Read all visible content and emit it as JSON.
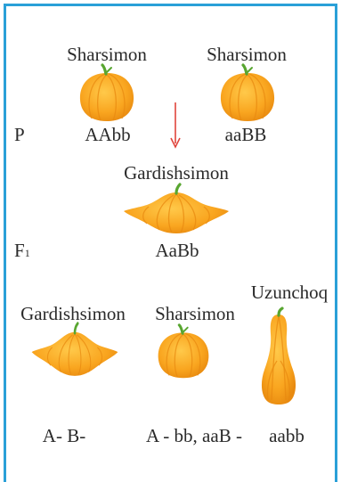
{
  "colors": {
    "frame": "#2aa0d8",
    "pumpkin_light": "#ffc94a",
    "pumpkin_mid": "#f9a51f",
    "pumpkin_dark": "#e88a10",
    "stem": "#58a630",
    "arrow": "#e0453c"
  },
  "parents": {
    "row_label": "P",
    "left": {
      "name": "Sharsimon",
      "genotype": "AAbb",
      "shape": "spherical"
    },
    "right": {
      "name": "Sharsimon",
      "genotype": "aaBB",
      "shape": "spherical"
    }
  },
  "f1": {
    "row_label": "F",
    "row_label_sub": "1",
    "name": "Gardishsimon",
    "genotype": "AaBb",
    "shape": "disc"
  },
  "f2": [
    {
      "name": "Gardishsimon",
      "genotype": "A- B-",
      "shape": "disc"
    },
    {
      "name": "Sharsimon",
      "genotype": "A - bb, aaB -",
      "shape": "spherical"
    },
    {
      "name": "Uzunchoq",
      "genotype": "aabb",
      "shape": "elongated"
    }
  ],
  "arrow_icon": "down-arrow-icon"
}
